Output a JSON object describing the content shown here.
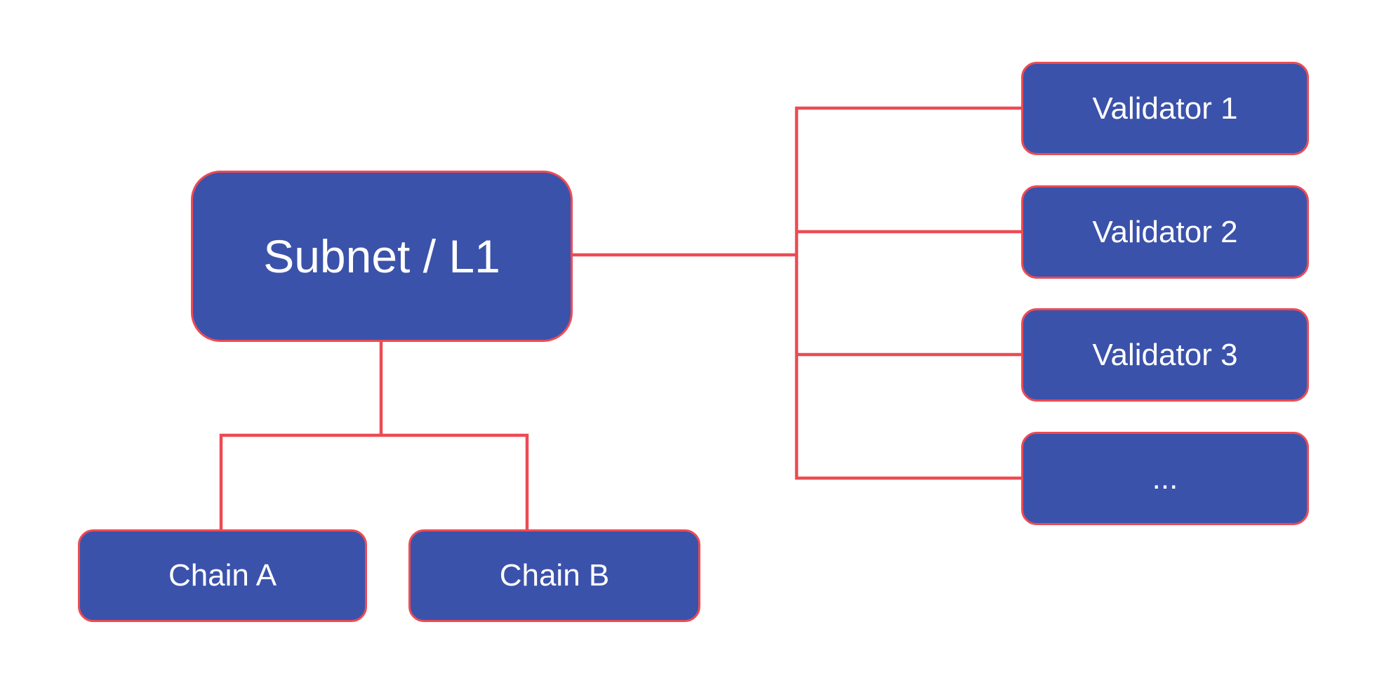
{
  "diagram": {
    "root": {
      "label": "Subnet / L1"
    },
    "validators": [
      {
        "label": "Validator 1"
      },
      {
        "label": "Validator 2"
      },
      {
        "label": "Validator 3"
      },
      {
        "label": "..."
      }
    ],
    "chains": [
      {
        "label": "Chain A"
      },
      {
        "label": "Chain B"
      }
    ]
  },
  "colors": {
    "node_fill": "#3B52AB",
    "line": "#EC4B54",
    "text": "#FFFFFF",
    "background": "#FFFFFF"
  }
}
